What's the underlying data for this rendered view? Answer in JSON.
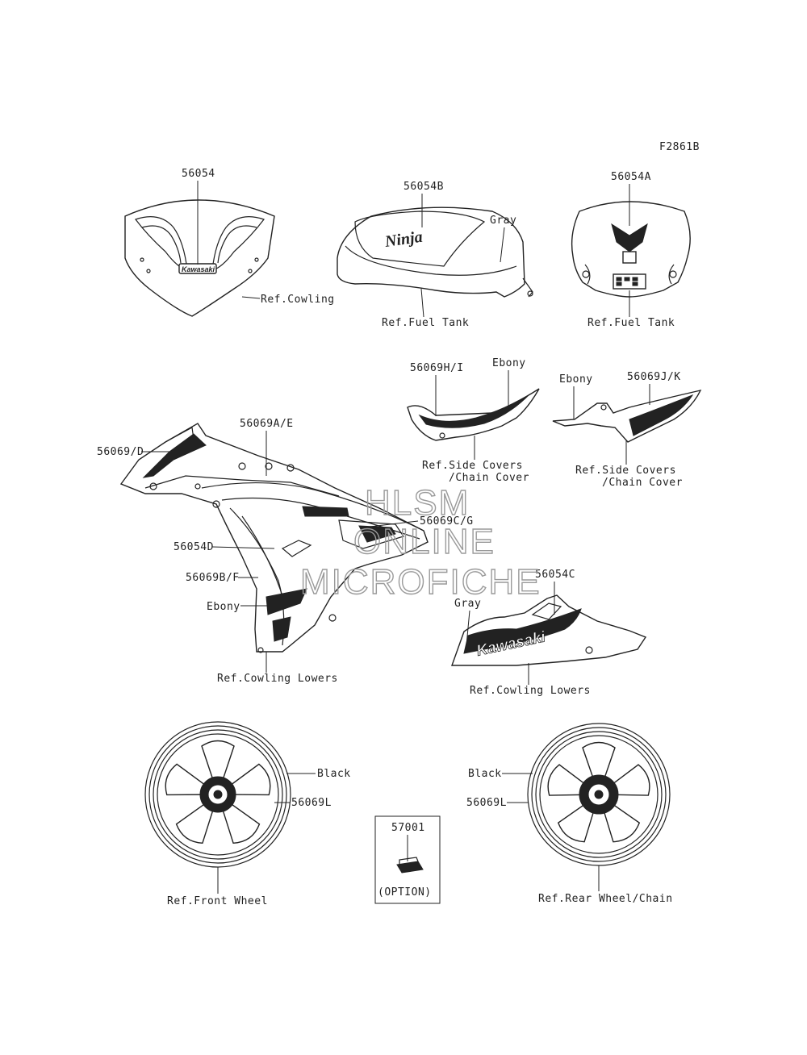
{
  "figure_code": "F2861B",
  "watermark": [
    "HLSM",
    "ONLINE",
    "MICROFICHE"
  ],
  "labels": {
    "windshield_part": "56054",
    "windshield_ref": "Ref.Cowling",
    "tank_part": "56054B",
    "tank_color": "Gray",
    "tank_ref": "Ref.Fuel Tank",
    "front_part": "56054A",
    "front_ref": "Ref.Fuel Tank",
    "side_cover_part": "56069H/I",
    "side_cover_color": "Ebony",
    "side_cover_ref_1": "Ref.Side Covers",
    "side_cover_ref_2": "/Chain Cover",
    "chain_cover_color": "Ebony",
    "chain_cover_part": "56069J/K",
    "chain_cover_ref_1": "Ref.Side Covers",
    "chain_cover_ref_2": "/Chain Cover",
    "cowl_part_d": "56069/D",
    "cowl_part_ae": "56069A/E",
    "cowl_part_cg": "56069C/G",
    "cowl_part_54d": "56054D",
    "cowl_part_bf": "56069B/F",
    "cowl_color": "Ebony",
    "cowl_ref": "Ref.Cowling Lowers",
    "lower_part": "56054C",
    "lower_color": "Gray",
    "lower_ref": "Ref.Cowling Lowers",
    "front_wheel_color": "Black",
    "front_wheel_part": "56069L",
    "front_wheel_ref": "Ref.Front Wheel",
    "option_part": "57001",
    "option_text": "(OPTION)",
    "rear_wheel_color": "Black",
    "rear_wheel_part": "56069L",
    "rear_wheel_ref": "Ref.Rear Wheel/Chain"
  },
  "logos": {
    "windshield": "Kawasaki",
    "tank": "Ninja",
    "lower": "Kawasaki"
  },
  "icons": {
    "wheel": "alloy-wheel-icon",
    "front_emblem": "kawasaki-emblem-icon"
  }
}
